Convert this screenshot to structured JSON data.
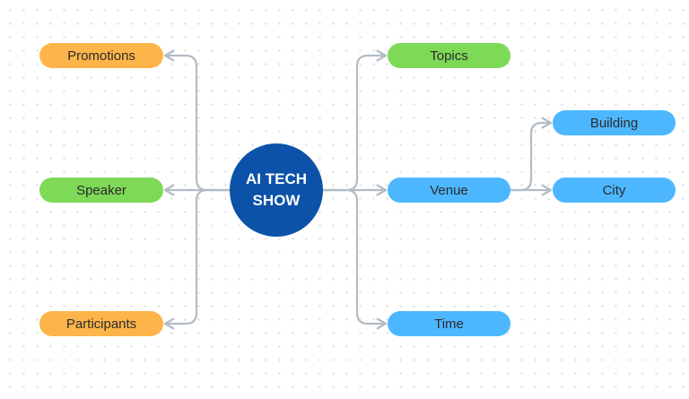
{
  "center": {
    "line1": "AI TECH",
    "line2": "SHOW"
  },
  "nodes": {
    "promotions": "Promotions",
    "speaker": "Speaker",
    "participants": "Participants",
    "topics": "Topics",
    "venue": "Venue",
    "time": "Time",
    "building": "Building",
    "city": "City"
  },
  "colors": {
    "center": "#0b52a8",
    "orange": "#fdb54a",
    "green": "#7ed957",
    "blue": "#4cb7ff",
    "connector": "#b3bcc5"
  }
}
